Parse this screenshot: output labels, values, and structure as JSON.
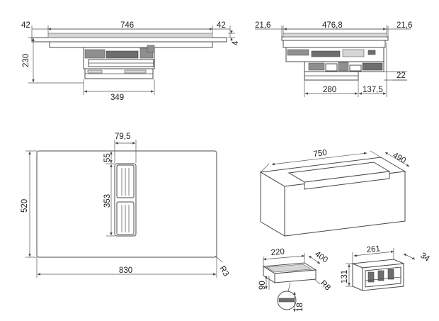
{
  "dimensions": {
    "side_view": {
      "overhang_left": "42",
      "overall_width": "746",
      "overhang_right": "42",
      "top_thickness": "4",
      "total_height": "230",
      "unit_width": "349"
    },
    "front_view": {
      "overhang_left": "21,6",
      "overall_depth": "476,8",
      "overhang_right": "21,6",
      "bottom_offset": "22",
      "unit_depth": "280",
      "rear_offset": "137,5"
    },
    "top_view": {
      "vent_width": "79,5",
      "vent_offset": "55",
      "vent_length": "353",
      "hob_depth": "520",
      "hob_width": "830",
      "corner_radius": "R3"
    },
    "cutout": {
      "length": "750",
      "depth": "490"
    },
    "filter_box": {
      "width": "220",
      "depth": "400",
      "height": "90",
      "radius": "R8",
      "detail": "18"
    },
    "frame": {
      "width": "261",
      "depth": "34",
      "height": "131"
    }
  }
}
